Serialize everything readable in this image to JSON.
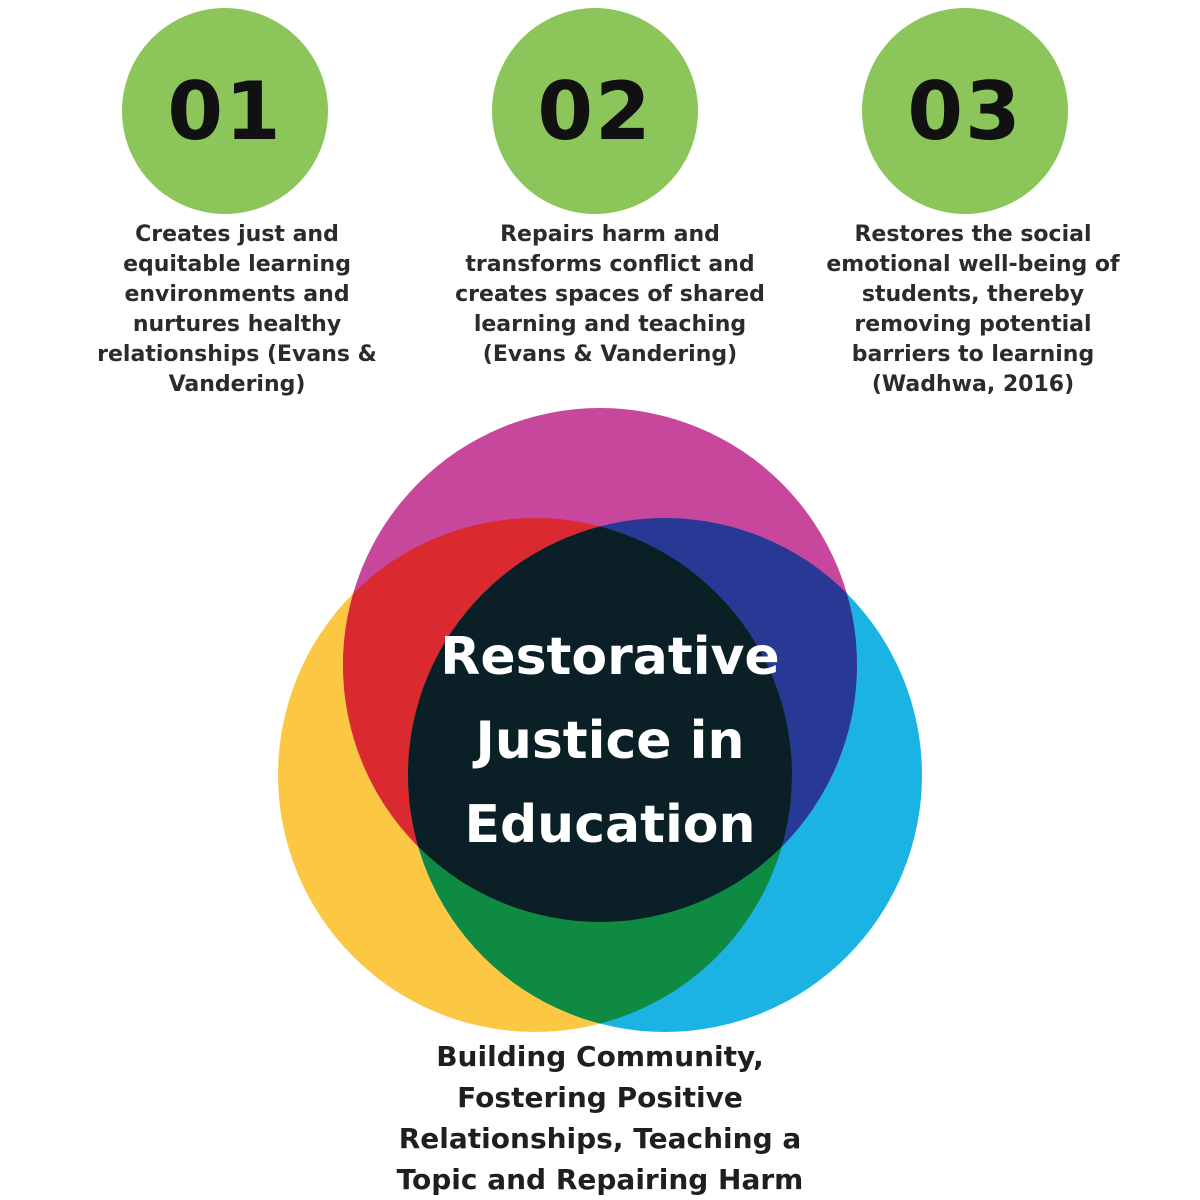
{
  "principles": [
    {
      "number": "01",
      "text": "Creates just and equitable learning environments and nurtures healthy relationships (Evans & Vandering)"
    },
    {
      "number": "02",
      "text": "Repairs harm and transforms conflict and creates spaces of shared learning and teaching (Evans & Vandering)"
    },
    {
      "number": "03",
      "text": "Restores the social emotional well-being of students, thereby removing potential barriers to learning (Wadhwa, 2016)"
    }
  ],
  "venn": {
    "center_title": "Restorative Justice in Education",
    "caption": "Building Community, Fostering Positive Relationships, Teaching a Topic and Repairing Harm"
  },
  "colors": {
    "number_circle": "#8cc55a",
    "top_circle": "#c6479c",
    "left_circle": "#fcc844",
    "right_circle": "#1bb3e3",
    "top_left_overlap": "#da2a30",
    "top_right_overlap": "#273995",
    "bottom_overlap": "#0f8a43",
    "center": "#0b1f27"
  }
}
